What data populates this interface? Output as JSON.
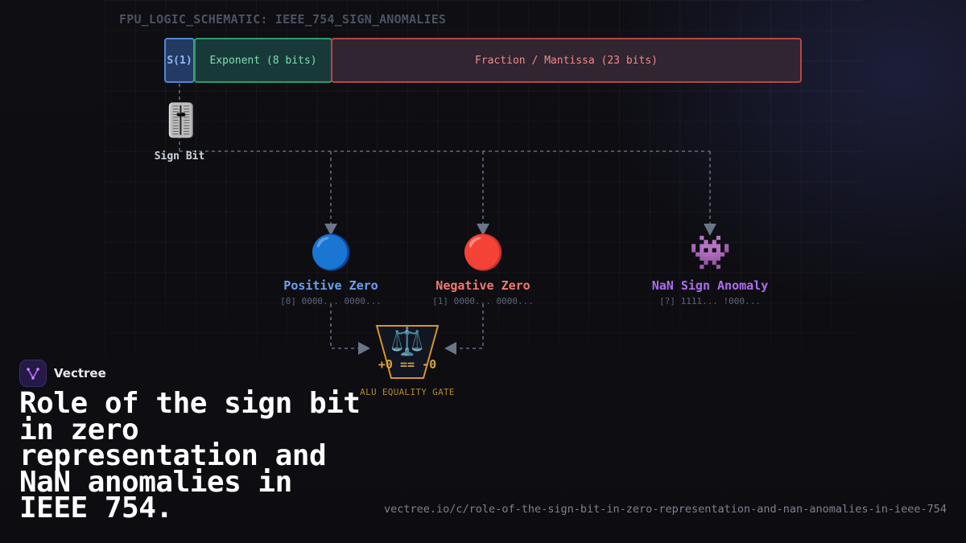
{
  "schematic": {
    "title": "FPU_LOGIC_SCHEMATIC: IEEE_754_SIGN_ANOMALIES",
    "fields": {
      "sign": "S(1)",
      "exponent": "Exponent (8 bits)",
      "fraction": "Fraction / Mantissa (23 bits)"
    },
    "sign_bit": {
      "icon": "🎚️",
      "label": "Sign Bit"
    },
    "nodes": {
      "positive": {
        "icon": "🔵",
        "title": "Positive Zero",
        "bits": "[0] 0000... 0000...",
        "color": "#6aa0f0"
      },
      "negative": {
        "icon": "🔴",
        "title": "Negative Zero",
        "bits": "[1] 0000... 0000...",
        "color": "#f27a6e"
      },
      "nan": {
        "icon": "👾",
        "title": "NaN Sign Anomaly",
        "bits": "[?] 1111... !000...",
        "color": "#b06cf0"
      }
    },
    "gate": {
      "icon": "⚖️",
      "label": "+0 == -0",
      "caption": "ALU EQUALITY GATE",
      "color": "#d6a53a"
    }
  },
  "brand": {
    "name": "Vectree"
  },
  "headline": "Role of the sign bit in zero representation and NaN anomalies in IEEE 754.",
  "url": "vectree.io/c/role-of-the-sign-bit-in-zero-representation-and-nan-anomalies-in-ieee-754"
}
